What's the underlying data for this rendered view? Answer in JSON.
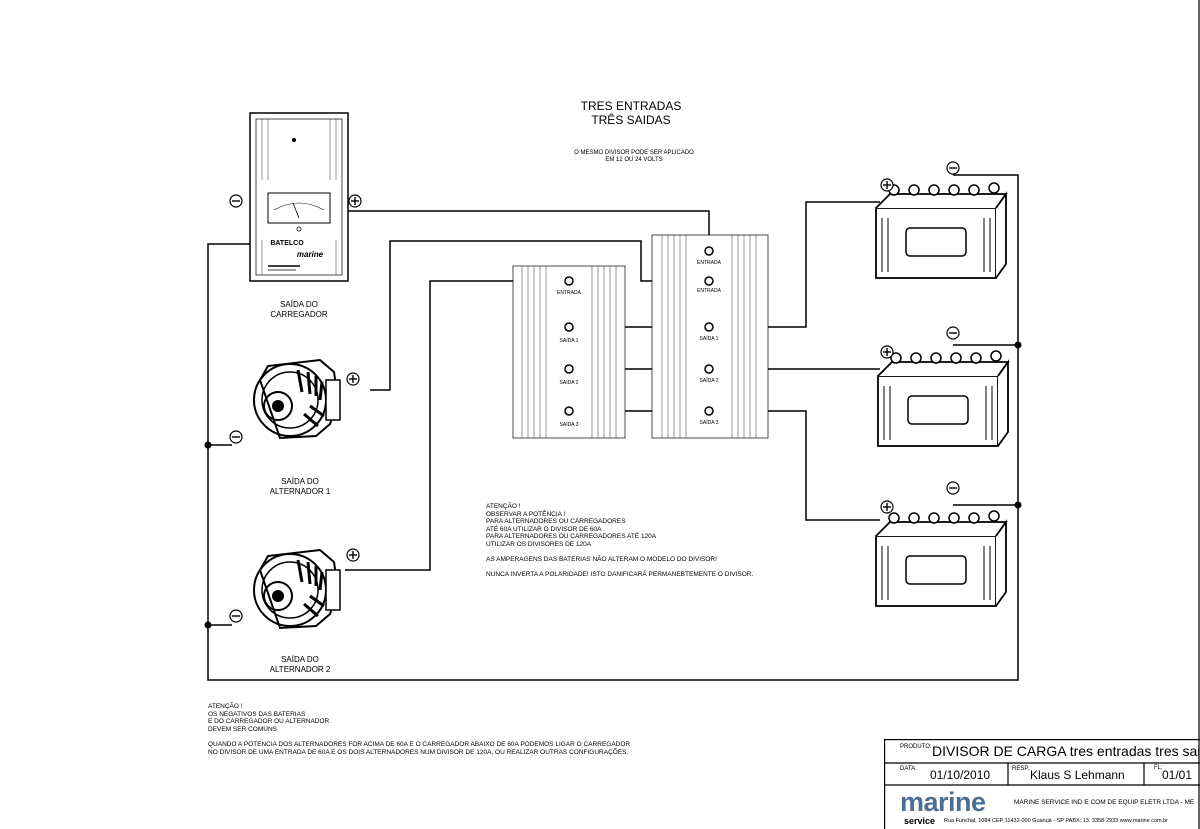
{
  "diagram": {
    "title_line1": "TRES ENTRADAS",
    "title_line2": "TRÊS SAIDAS",
    "subtitle_line1": "O MESMO DIVISOR PODE SER APLICADO",
    "subtitle_line2": "EM 12 OU 24 VOLTS"
  },
  "components": {
    "charger_label_line1": "SAÍDA DO",
    "charger_label_line2": "CARREGADOR",
    "charger_brand": "BATELCO",
    "charger_logo": "marine",
    "alternator1_label_line1": "SAÍDA DO",
    "alternator1_label_line2": "ALTERNADOR 1",
    "alternator2_label_line1": "SAÍDA DO",
    "alternator2_label_line2": "ALTERNADOR 2"
  },
  "divider_left": {
    "input": "ENTRADA",
    "out1": "SAÍDA 1",
    "out2": "SAÍDA 2",
    "out3": "SAÍDA 3"
  },
  "divider_right": {
    "input1": "ENTRADA",
    "input2": "ENTRADA",
    "out1": "SAÍDA 1",
    "out2": "SAÍDA 2",
    "out3": "SAÍDA 3"
  },
  "polarity": {
    "plus": "+",
    "minus": "−"
  },
  "notes_center": [
    "ATENÇÃO !",
    "OBSERVAR A POTÊNCIA !",
    "PARA ALTERNADORES OU CARREGADORES",
    "ATÉ 60A UTILIZAR O DIVISOR DE 60A",
    "PARA ALTERNADORES OU CARREGADORES ATÉ 120A",
    "UTILIZAR OS DIVISORES DE 120A",
    "",
    "AS AMPERAGENS DAS BATERIAS NÃO ALTERAM O MODELO DO DIVISOR!",
    "",
    "NUNCA INVERTA A POLARIDADE! ISTO DANIFICARÁ PERMANEBTEMENTE O DIVISOR."
  ],
  "notes_bottom": [
    "ATENÇÃO !",
    "OS NEGATIVOS DAS BATERIAS",
    "E DO CARREGADOR OU ALTERNADOR",
    "DEVEM SER COMUNS",
    "",
    "QUANDO A POTENCIA DOS ALTERNADORES FOR ACIMA DE 60A  E O CARREGADOR ABAIXO DE 60A PODEMOS LIGAR O CARREGADOR",
    " NO DIVISOR DE UMA ENTRADA DE 60A E OS DOIS ALTERNADORES NUM DIVISOR DE 120A, OU REALIZAR OUTRAS CONFIGURAÇÕES."
  ],
  "title_block": {
    "produto_label": "PRODUTO:",
    "produto": "DIVISOR DE CARGA tres entradas tres saidas",
    "data_label": "DATA:",
    "data": "01/10/2010",
    "resp_label": "RESP.:",
    "resp": "Klaus S Lehmann",
    "fl_label": "FL:",
    "fl": "01/01",
    "logo_main": "marine",
    "logo_sub": "service",
    "company": "MARINE SERVICE IND E COM DE EQUIP ELETR LTDA - ME",
    "address": "Rua Funchal, 1084  CEP 11432-000 Guarujá - SP PABX: 13. 3358-2933 www.marine.com.br"
  }
}
